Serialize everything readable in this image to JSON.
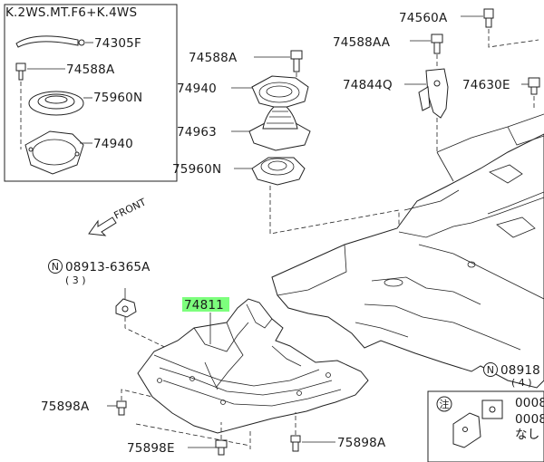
{
  "inset_box": {
    "title": "K.2WS.MT.F6+K.4WS",
    "parts": [
      "74305F",
      "74588A",
      "75960N",
      "74940"
    ]
  },
  "main_parts": {
    "p74588A_top": "74588A",
    "p74940": "74940",
    "p74963": "74963",
    "p75960N": "75960N",
    "p74560A": "74560A",
    "p74588AA": "74588AA",
    "p74844Q": "74844Q",
    "p74630E": "74630E",
    "p74811": "74811",
    "p75898A_left": "75898A",
    "p75898E": "75898E",
    "p75898A_bottom": "75898A"
  },
  "direction": {
    "front_label": "FRONT"
  },
  "callouts": {
    "nut_left": {
      "symbol": "N",
      "number": "08913-6365A",
      "qty": "( 3 )"
    },
    "nut_right": {
      "symbol": "N",
      "number": "08918",
      "qty": "( 4 )"
    }
  },
  "note_box": {
    "mark": "注",
    "line1": "0008",
    "line2": "0008",
    "line3": "なし"
  },
  "colors": {
    "highlight": "#7dff7d",
    "ink": "#222222"
  }
}
